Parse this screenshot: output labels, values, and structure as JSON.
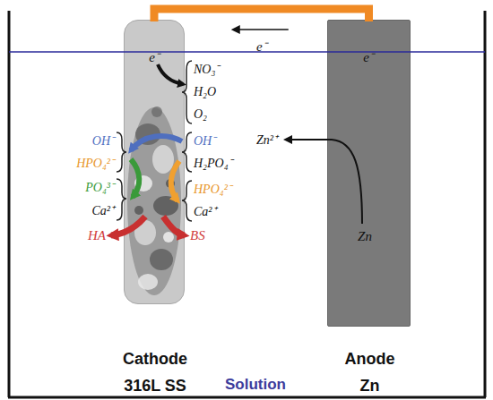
{
  "diagram": {
    "nodes": [
      {
        "text": [
          "Cathode 316L SS"
        ]
      },
      {
        "text": [
          "Anode Zn"
        ]
      }
    ],
    "edges": [
      {
        "from": 1,
        "to": 0,
        "arrow": "to",
        "label": "e⁻"
      }
    ],
    "labels": [
      "e⁻",
      "e⁻",
      "NO₃⁻",
      "H₂O",
      "O₂",
      "OH⁻",
      "HPO₄²⁻",
      "PO₄³⁻",
      "Ca²⁺",
      "HA",
      "OH⁻",
      "H₂PO₄⁻",
      "HPO₄²⁻",
      "Ca²⁺",
      "BS",
      "Zn²⁺",
      "Zn",
      "Solution"
    ]
  }
}
